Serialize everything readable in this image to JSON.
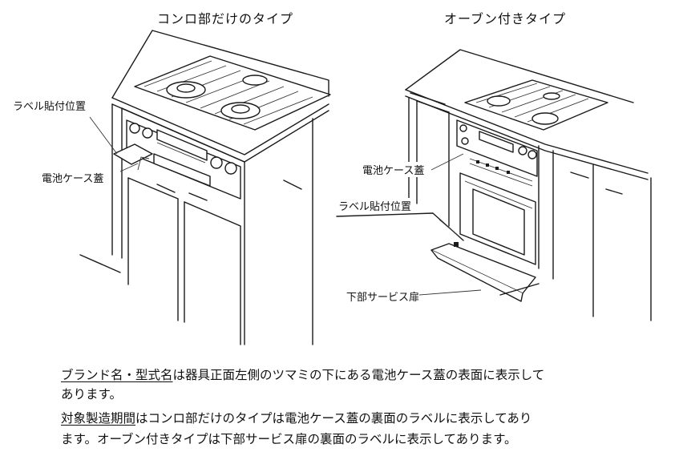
{
  "titles": {
    "left": "コンロ部だけのタイプ",
    "right": "オーブン付きタイプ"
  },
  "callouts": {
    "left_label_position": "ラベル貼付位置",
    "left_battery_cover": "電池ケース蓋",
    "right_battery_cover": "電池ケース蓋",
    "right_label_position": "ラベル貼付位置",
    "right_service_door": "下部サービス扉"
  },
  "notes": {
    "line1_term": "ブランド名・型式名",
    "line1_rest": "は器具正面左側のツマミの下にある電池ケース蓋の表面に表示して",
    "line2": "あります。",
    "line3_term": "対象製造期間",
    "line3_rest": "はコンロ部だけのタイプは電池ケース蓋の裏面のラベルに表示してあり",
    "line4": "ます。オーブン付きタイプは下部サービス扉の裏面のラベルに表示してあります。"
  }
}
